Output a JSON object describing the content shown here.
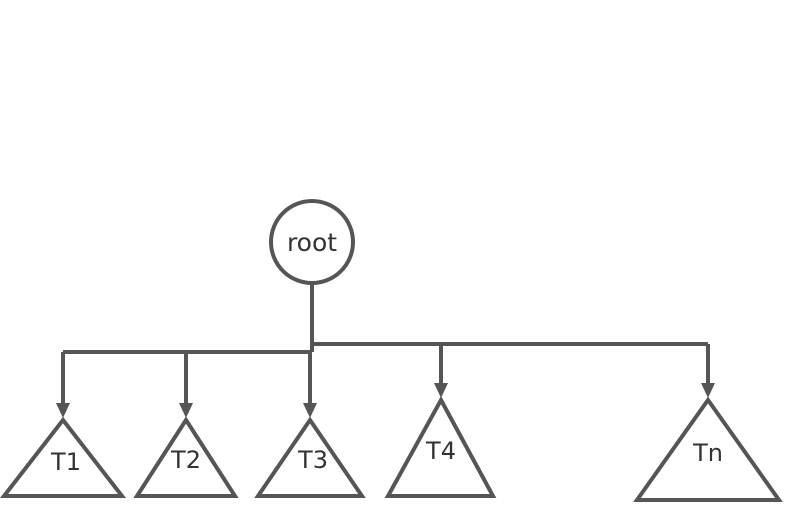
{
  "diagram": {
    "root": {
      "label": "root"
    },
    "subtrees": [
      {
        "label": "T1"
      },
      {
        "label": "T2"
      },
      {
        "label": "T3"
      },
      {
        "label": "T4"
      },
      {
        "label": "Tn"
      }
    ],
    "colors": {
      "stroke": "#555555",
      "text": "#333333",
      "background": "#ffffff"
    }
  }
}
